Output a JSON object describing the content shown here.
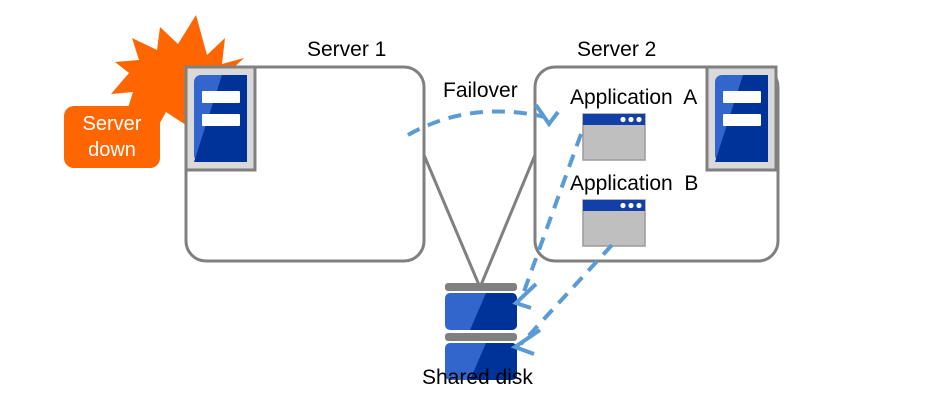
{
  "diagram": {
    "title_server1": "Server 1",
    "title_server2": "Server 2",
    "failover_label": "Failover",
    "shared_disk_label": "Shared disk",
    "alert": {
      "line1": "Server",
      "line2": "down",
      "full_text": "Server down"
    },
    "applications": [
      {
        "label": "Application  A"
      },
      {
        "label": "Application  B"
      }
    ],
    "colors": {
      "alert_orange": "#FF6600",
      "box_border_gray": "#808080",
      "icon_frame_gray": "#D9D9D9",
      "icon_frame_border": "#808080",
      "server_blue_light": "#3366CC",
      "server_blue_dark": "#003399",
      "app_titlebar_blue": "#123FA8",
      "app_body_gray": "#BFBFBF",
      "arrow_blue": "#5B9BD5",
      "disk_top_gray": "#808080",
      "text_black": "#000000",
      "text_white": "#FFFFFF"
    }
  }
}
